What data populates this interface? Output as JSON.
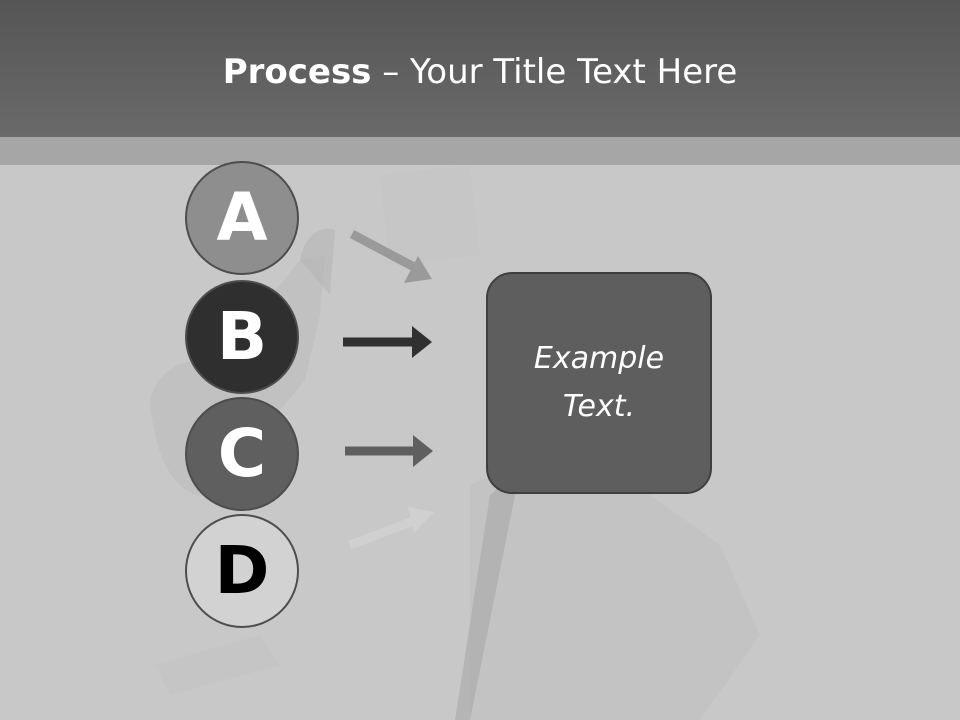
{
  "title": {
    "bold": "Process",
    "rest": " – Your Title Text Here"
  },
  "steps": [
    {
      "letter": "A",
      "color": "#8e8e8e"
    },
    {
      "letter": "B",
      "color": "#2f2f2f"
    },
    {
      "letter": "C",
      "color": "#5f5f5f"
    },
    {
      "letter": "D",
      "color": "#d2d2d2"
    }
  ],
  "box": {
    "text": "Example Text.",
    "color": "#5e5e5e"
  },
  "colors": {
    "header": "#5f5f5f",
    "background": "#c8c8c8"
  }
}
